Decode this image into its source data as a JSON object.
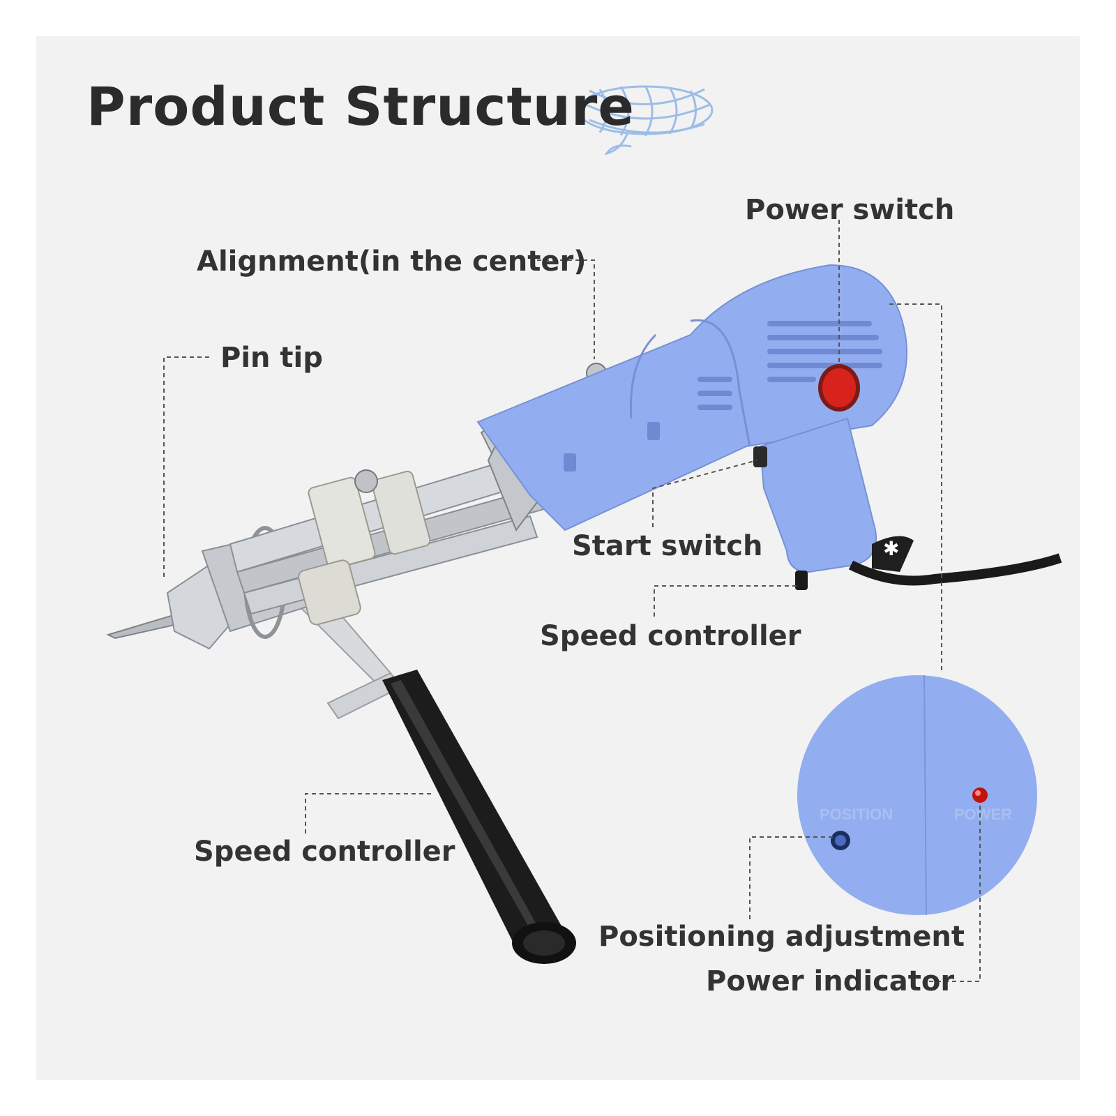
{
  "title": "Product Structure",
  "labels": {
    "power_switch": "Power switch",
    "alignment": "Alignment(in the center)",
    "pin_tip": "Pin tip",
    "start_switch": "Start switch",
    "speed_controller_right": "Speed controller",
    "speed_controller_left": "Speed controller",
    "positioning_adjustment": "Positioning adjustment",
    "power_indicator": "Power indicator"
  },
  "dial": {
    "position_text": "POSITION",
    "power_text": "POWER"
  },
  "colors": {
    "panel": "#f2f2f2",
    "body_blue": "#93aef0",
    "text": "#333333",
    "indicator_red": "#d8231d",
    "handle_black": "#1a1a1a"
  },
  "icons": [
    "yarn-ball-icon"
  ]
}
